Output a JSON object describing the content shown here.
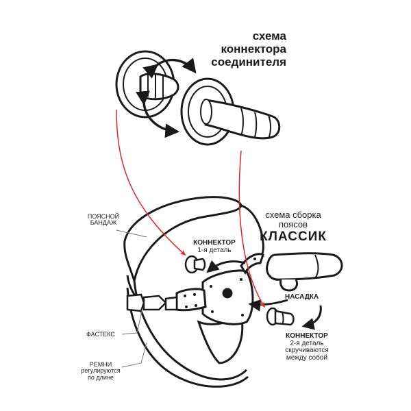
{
  "title": {
    "lines": [
      "схема",
      "коннектора",
      "соединителя"
    ]
  },
  "assembly_title": {
    "line1": "схема сборка",
    "line2": "поясов",
    "line3": "КЛАССИК"
  },
  "labels": {
    "waist_band": [
      "ПОЯСНОЙ",
      "БАНДАЖ"
    ],
    "fastex": "ФАСТЕКС",
    "straps": [
      "РЕМНИ",
      "регулируются",
      "по длине"
    ],
    "connector1": [
      "КОННЕКТОР",
      "1-я деталь"
    ],
    "attachment": "НАСАДКА",
    "connector2": [
      "КОННЕКТОР",
      "2-я деталь",
      "скручиваются",
      "между собой"
    ]
  },
  "colors": {
    "line": "#1a1a1a",
    "guide": "#e0242a",
    "background": "#ffffff"
  }
}
